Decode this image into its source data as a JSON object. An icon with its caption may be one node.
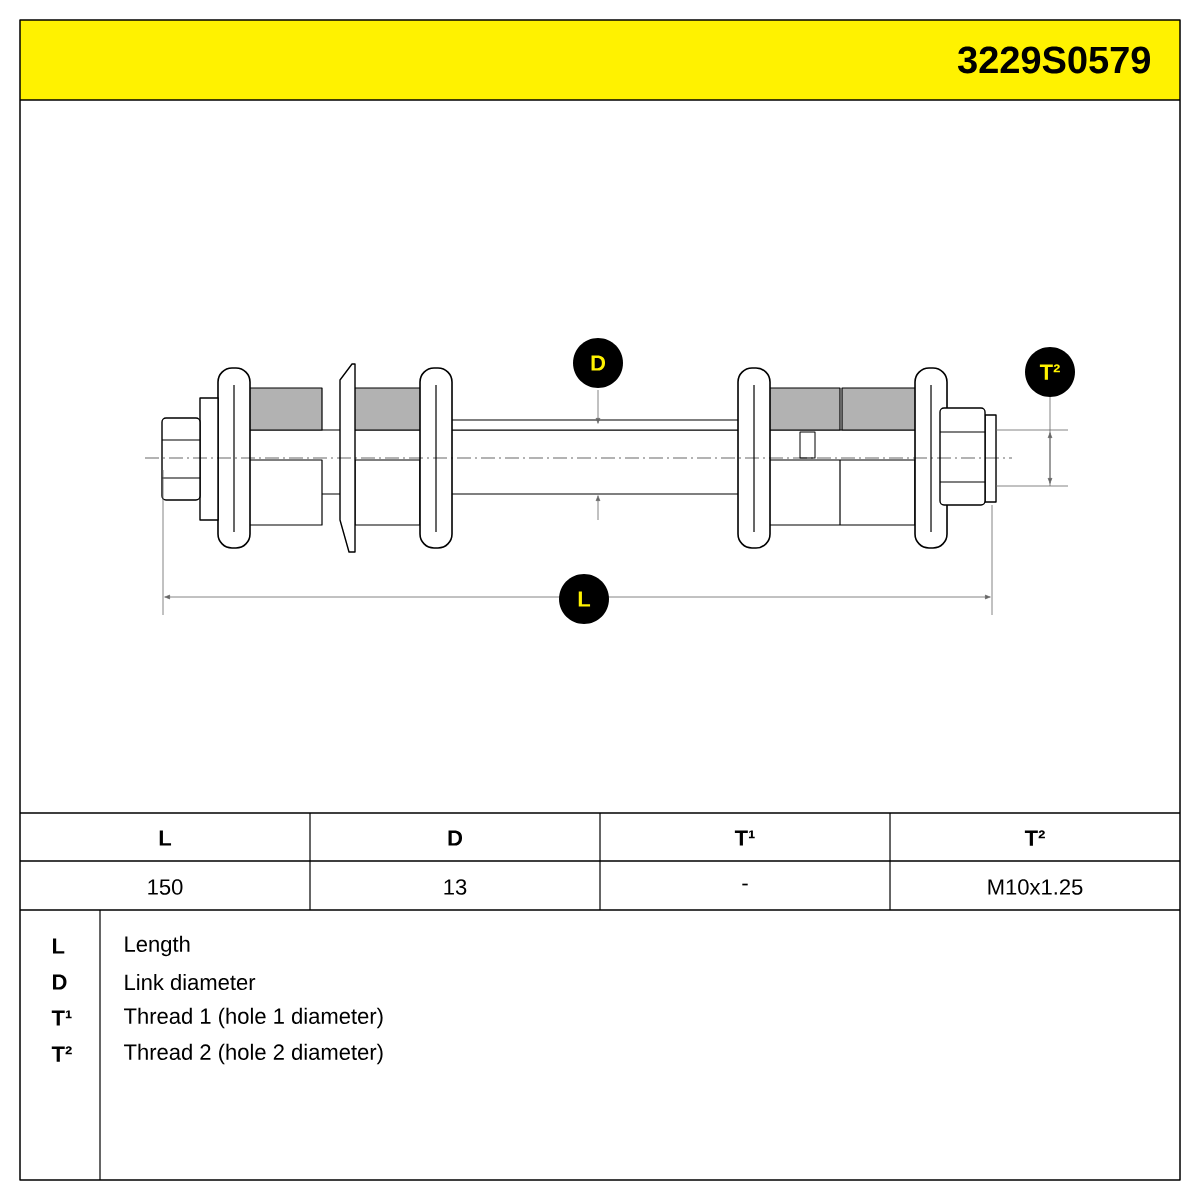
{
  "diagram": {
    "labels": [
      "3229S0579",
      "D",
      "T²",
      "L",
      "L",
      "D",
      "T¹",
      "T²",
      "150",
      "13",
      "-",
      "M10x1.25",
      "L",
      "Length",
      "D",
      "Link diameter",
      "T¹",
      "Thread 1 (hole 1 diameter)",
      "T²",
      "Thread 2 (hole 2 diameter)"
    ]
  }
}
